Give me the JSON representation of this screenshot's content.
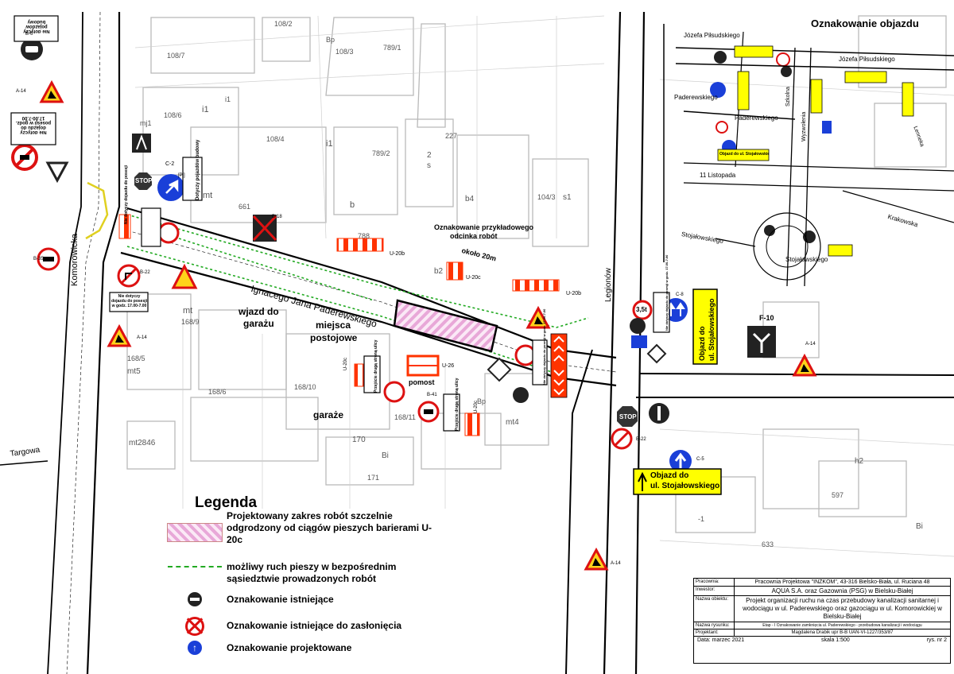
{
  "header": {
    "title": "Oznakowanie objazdu"
  },
  "streets": {
    "paderewskiego": "Ignacego Jana Paderewskiego",
    "komorowicka": "Komorowicka",
    "legionow": "Legionów",
    "targowa": "Targowa",
    "inset_pilsudskiego_1": "Józefa Piłsudskiego",
    "inset_pilsudskiego_2": "Józefa Piłsudskiego",
    "inset_paderewskiego_1": "Paderewskiego",
    "inset_paderewskiego_2": "Paderewskiego",
    "inset_11_listopada": "11 Listopada",
    "inset_krakowska": "Krakowska",
    "inset_stojalowskiego_1": "Stojałowskiego",
    "inset_stojalowskiego_2": "Stojałowskiego",
    "inset_szkolna": "Szkolna",
    "inset_wyzwolenia": "Wyzwolenia",
    "inset_lenneka": "Lenneka"
  },
  "parcels": [
    "108/2",
    "Bp",
    "789/1",
    "108/3",
    "108/7",
    "108/6",
    "mj1",
    "i1",
    "i1",
    "108/4",
    "789/2",
    "227",
    "b4",
    "104/3",
    "s1",
    "mt",
    "661",
    "b",
    "788",
    "b2",
    "mt",
    "168/9",
    "168/5",
    "mt5",
    "168/6",
    "168/10",
    "168/11",
    "mt4",
    "mt2846",
    "170",
    "Bi",
    "171",
    "h2",
    "597",
    "633",
    "Bi",
    "2",
    "s",
    "i1",
    "Bp",
    "-1"
  ],
  "annotations": {
    "przykladowy_1": "Oznakowanie przykładowego",
    "przykladowy_2": "odcinka robót",
    "okolo": "około 20m",
    "wjazd_1": "wjazd do",
    "wjazd_2": "garażu",
    "miejsca_1": "miejsca",
    "miejsca_2": "postojowe",
    "garaze": "garaże",
    "pomost": "pomost",
    "u20b_1": "U-20b",
    "u20c": "U-20c",
    "u20b_2": "U-20b",
    "u26": "U-26",
    "u20c_2": "U-20c",
    "u20c_3": "U-20c"
  },
  "signs": {
    "stop": "STOP",
    "stop_2": "STOP",
    "c2": "C-2",
    "b22": "B-22",
    "a14_1": "A-14",
    "a14_2": "A-14",
    "a14_3": "A-14",
    "a14_4": "A-14",
    "b41": "B-41",
    "c5": "C-5",
    "c8": "C-8",
    "f10": "F-10",
    "b35": "B-35",
    "b6": "B-6",
    "b18": "B-18",
    "pj": "[Pj]",
    "weight": "3,5t",
    "nie_dotyczy_1": "Nie dotyczy dojazdu do posesji",
    "nie_dotyczy_2": "Nie dotyczy dojazdu do posesji w godz. 17.00-7.00",
    "nie_dotyczy_3": "Nie dotyczy pojazdów budowy",
    "nie_dotyczy_4": "Nie dotyczy dojazdu do posesji w godz. 17.00-7.00",
    "dotyczy_poj": "Dotyczy pojazdów budowy",
    "przejscie_1": "Przejście drugą stroną ulicy",
    "przejscie_2": "Przejście drugą stroną ulicy",
    "objazd_big_1": "Objazd do",
    "objazd_big_2": "ul. Stojałowskiego",
    "objazd_v_1": "Objazd do",
    "objazd_v_2": "ul. Stojałowskiego",
    "objazd_small": "Objazd do ul. Stojałowskiego"
  },
  "legend": {
    "title": "Legenda",
    "item_work_zone": "Projektowany zakres robót szczelnie odgrodzony od ciągów pieszych barierami U-20c",
    "item_pedestrian": "możliwy ruch pieszy w bezpośrednim sąsiedztwie prowadzonych robót",
    "item_existing": "Oznakowanie istniejące",
    "item_cover": "Oznakowanie istniejące do zasłonięcia",
    "item_projected": "Oznakowanie projektowane"
  },
  "title_block": {
    "lab_pracownia": "Pracownia:",
    "val_pracownia": "Pracownia Projektowa \"INŻKOM\", 43-316 Bielsko-Biała, ul. Ruciana 48",
    "lab_inwestor": "Inwestor:",
    "val_inwestor": "AQUA S.A. oraz Gazownia (PSG) w Bielsku-Białej",
    "lab_obiekt": "Nazwa obiektu:",
    "val_obiekt": "Projekt organizacji ruchu na czas przebudowy kanalizacji sanitarnej i wodociągu w ul. Paderewskiego oraz gazociągu w ul. Komorowickiej w Bielsku-Białej",
    "lab_rysunek": "Nazwa rysunku:",
    "val_rysunek": "Etap - I Oznakowanie zamknięcia ul. Paderewskiego - przebudowa kanalizacji i wodociągu",
    "lab_projektant": "Projektant:",
    "val_projektant": "Magdalena Drabik upr B-B UAN-VI-1227/353/87",
    "data": "Data: marzec 2021",
    "skala": "skala 1:500",
    "rys": "rys. nr 2"
  },
  "colors": {
    "road_line": "#000000",
    "building": "#b9b9b9",
    "pedestrian": "#22aa22",
    "work_zone": "#e8a8d8",
    "barrier_red": "#ff3300",
    "sign_blue": "#1a3fd8",
    "sign_yellow": "#ffd21a",
    "sign_red": "#dd1111",
    "tab_yellow": "#ffff00"
  }
}
